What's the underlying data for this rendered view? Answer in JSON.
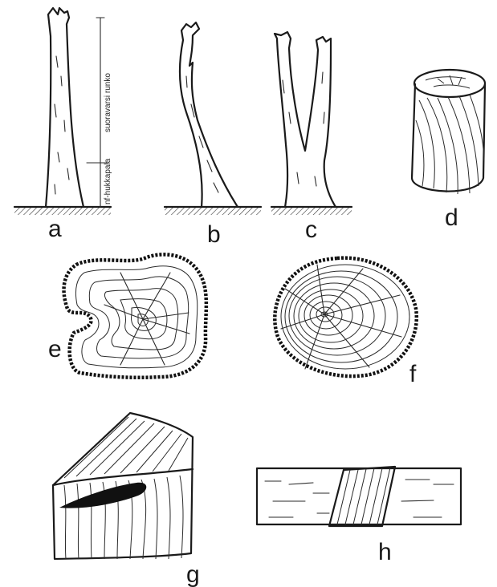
{
  "figure": {
    "labels": {
      "a": "a",
      "b": "b",
      "c": "c",
      "d": "d",
      "e": "e",
      "f": "f",
      "g": "g",
      "h": "h"
    },
    "annotations": {
      "upper": "suoravarsi runko",
      "lower": "nf-hukkapala"
    }
  }
}
